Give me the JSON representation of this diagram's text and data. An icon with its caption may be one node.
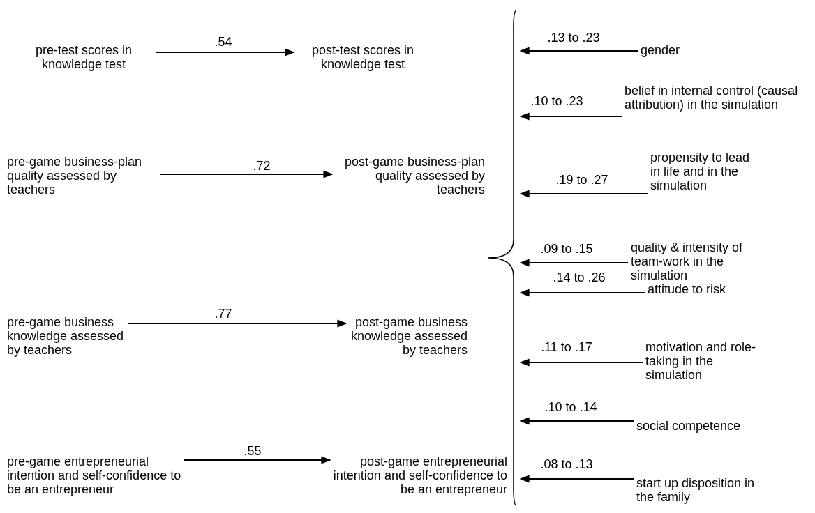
{
  "diagram": {
    "nodes": [
      {
        "text": [
          "pre-test scores in knowledge test"
        ]
      },
      {
        "text": [
          "post-test scores in knowledge test"
        ]
      },
      {
        "text": [
          "pre-game business-plan quality assessed by teachers"
        ]
      },
      {
        "text": [
          "post-game business-plan quality assessed by teachers"
        ]
      },
      {
        "text": [
          "pre-game business knowledge assessed by teachers"
        ]
      },
      {
        "text": [
          "post-game business knowledge assessed by teachers"
        ]
      },
      {
        "text": [
          "pre-game entrepreneurial intention and self-confidence to be an entrepreneur"
        ]
      },
      {
        "text": [
          "post-game entrepreneurial intention and self-confidence to be an entrepreneur"
        ]
      },
      {
        "text": [],
        "shape": "brace"
      },
      {
        "text": [
          "gender"
        ]
      },
      {
        "text": [
          "belief in internal control (causal attribution) in the simulation"
        ]
      },
      {
        "text": [
          "propensity to lead in life and in the simulation"
        ]
      },
      {
        "text": [
          "quality & intensity of team-work in the simulation"
        ]
      },
      {
        "text": [
          "attitude to risk"
        ]
      },
      {
        "text": [
          "motivation and role-taking in the simulation"
        ]
      },
      {
        "text": [
          "social competence"
        ]
      },
      {
        "text": [
          "start up disposition in the family"
        ]
      }
    ],
    "edges": [
      {
        "from": 0,
        "to": 1,
        "arrow": "to",
        "label": ".54"
      },
      {
        "from": 2,
        "to": 3,
        "arrow": "to",
        "label": ".72"
      },
      {
        "from": 4,
        "to": 5,
        "arrow": "to",
        "label": ".77"
      },
      {
        "from": 6,
        "to": 7,
        "arrow": "to",
        "label": ".55"
      },
      {
        "from": 9,
        "to": 8,
        "arrow": "to",
        "label": ".13 to .23"
      },
      {
        "from": 10,
        "to": 8,
        "arrow": "to",
        "label": ".10 to .23"
      },
      {
        "from": 11,
        "to": 8,
        "arrow": "to",
        "label": ".19 to .27"
      },
      {
        "from": 12,
        "to": 8,
        "arrow": "to",
        "label": ".09 to .15"
      },
      {
        "from": 13,
        "to": 8,
        "arrow": "to",
        "label": ".14 to .26"
      },
      {
        "from": 14,
        "to": 8,
        "arrow": "to",
        "label": ".11 to .17"
      },
      {
        "from": 15,
        "to": 8,
        "arrow": "to",
        "label": ".10 to .14"
      },
      {
        "from": 16,
        "to": 8,
        "arrow": "to",
        "label": ".08 to .13"
      }
    ]
  }
}
